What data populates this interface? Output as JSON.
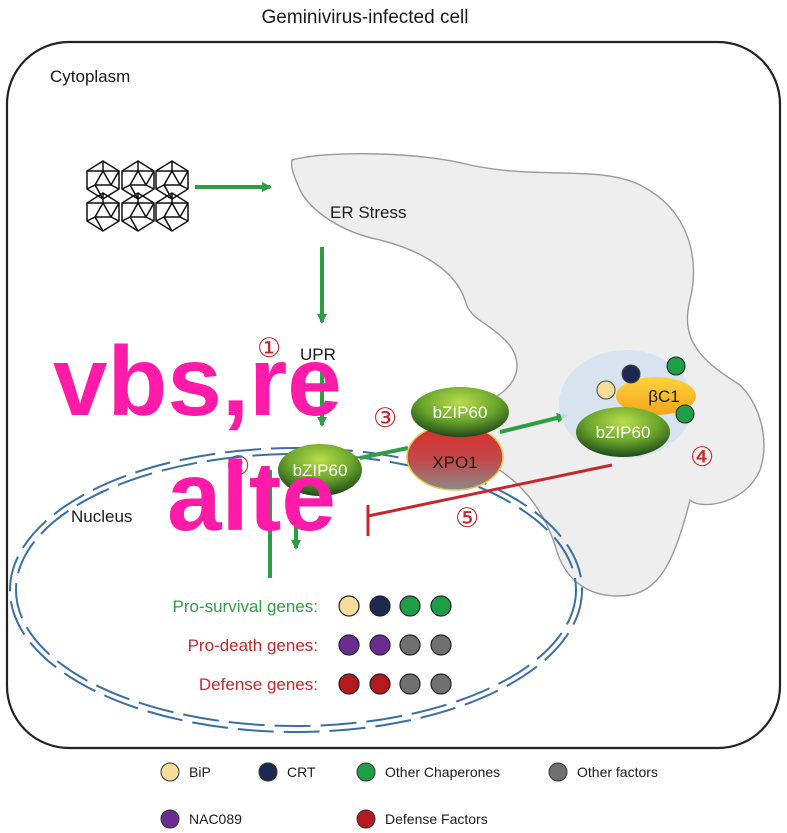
{
  "title": "Geminivirus-infected cell",
  "cytoplasm_label": "Cytoplasm",
  "nucleus_label": "Nucleus",
  "er_label": "ER Stress",
  "upr_label": "UPR",
  "proteins": {
    "bzip60_nuclear": "bZIP60",
    "bzip60_complex": "bZIP60",
    "xpo1": "XPO1",
    "bzip60_er": "bZIP60",
    "bc1": "βC1"
  },
  "steps": [
    "①",
    "②",
    "③",
    "④",
    "⑤"
  ],
  "gene_rows": [
    {
      "label": "Pro-survival genes:",
      "color": "#2e9e45",
      "dots": [
        "#f7dd9b",
        "#1b2a4e",
        "#1f9e48",
        "#1f9e48"
      ]
    },
    {
      "label": "Pro-death genes:",
      "color": "#c8262c",
      "dots": [
        "#6a2c91",
        "#6a2c91",
        "#707070",
        "#707070"
      ]
    },
    {
      "label": "Defense genes:",
      "color": "#c8262c",
      "dots": [
        "#b3191e",
        "#b3191e",
        "#707070",
        "#707070"
      ]
    }
  ],
  "legend": [
    {
      "label": "BiP",
      "color": "#f7dd9b"
    },
    {
      "label": "CRT",
      "color": "#1b2a4e"
    },
    {
      "label": "Other Chaperones",
      "color": "#1f9e48"
    },
    {
      "label": "Other factors",
      "color": "#707070"
    },
    {
      "label": "NAC089",
      "color": "#6a2c91"
    },
    {
      "label": "Defense  Factors",
      "color": "#b3191e"
    }
  ],
  "watermark": [
    "vbs,re",
    "alte"
  ],
  "colors": {
    "activate": "#2e9e45",
    "inhibit": "#c8262c",
    "watermark": "#ff1aa8"
  }
}
